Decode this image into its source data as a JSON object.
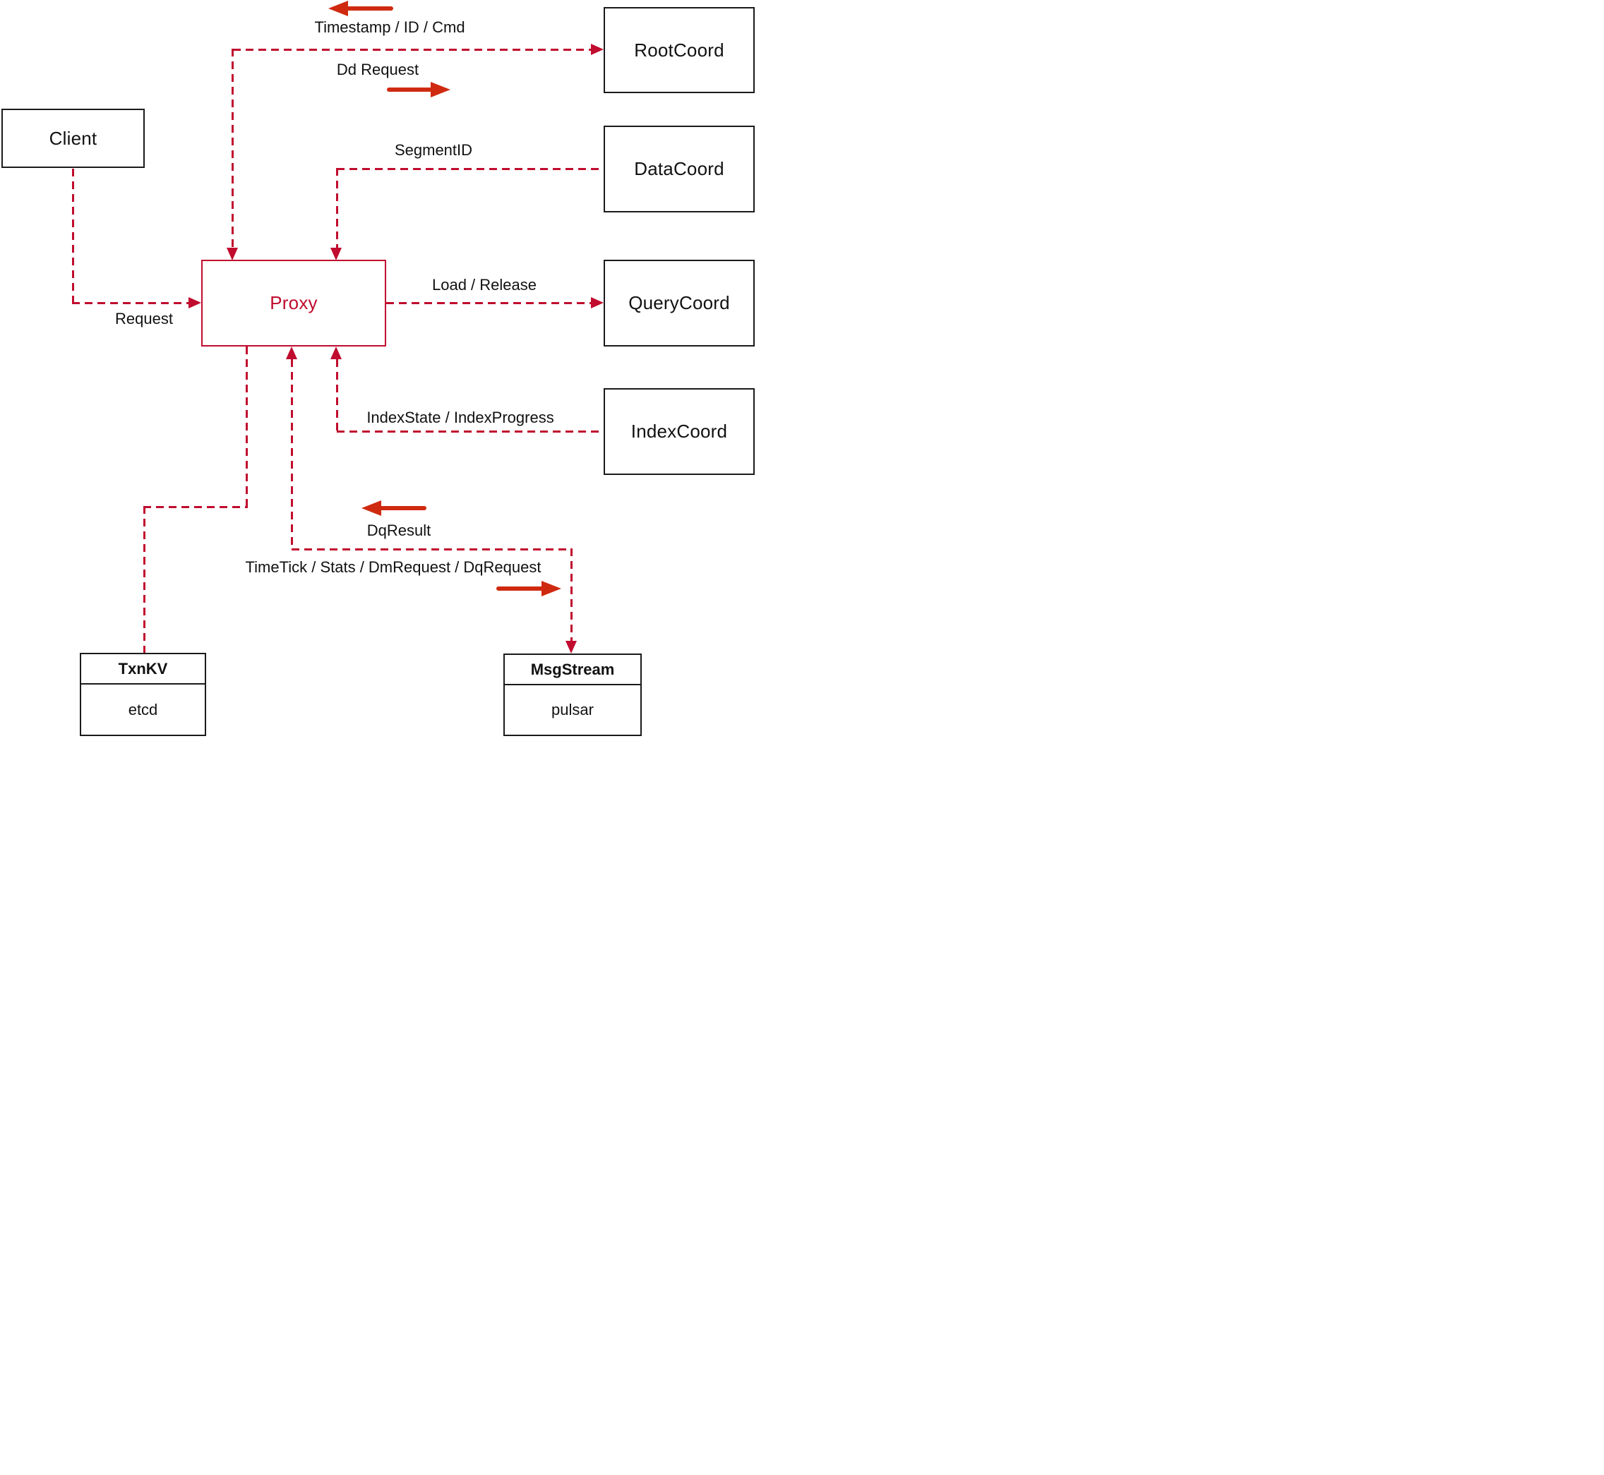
{
  "diagram": {
    "colors": {
      "dashed_line": "#c00c2e",
      "solid_arrow": "#cf2a10",
      "box_border": "#1a1a1a",
      "text": "#111111"
    },
    "nodes": {
      "client": {
        "label": "Client"
      },
      "proxy": {
        "label": "Proxy"
      },
      "root_coord": {
        "label": "RootCoord"
      },
      "data_coord": {
        "label": "DataCoord"
      },
      "query_coord": {
        "label": "QueryCoord"
      },
      "index_coord": {
        "label": "IndexCoord"
      },
      "txn_kv": {
        "title": "TxnKV",
        "impl": "etcd"
      },
      "msg_stream": {
        "title": "MsgStream",
        "impl": "pulsar"
      }
    },
    "edge_labels": {
      "timestamp": "Timestamp / ID / Cmd",
      "dd_request": "Dd Request",
      "segment_id": "SegmentID",
      "load_release": "Load / Release",
      "request": "Request",
      "index_state": "IndexState / IndexProgress",
      "dq_result": "DqResult",
      "time_tick": "TimeTick / Stats / DmRequest / DqRequest"
    }
  }
}
